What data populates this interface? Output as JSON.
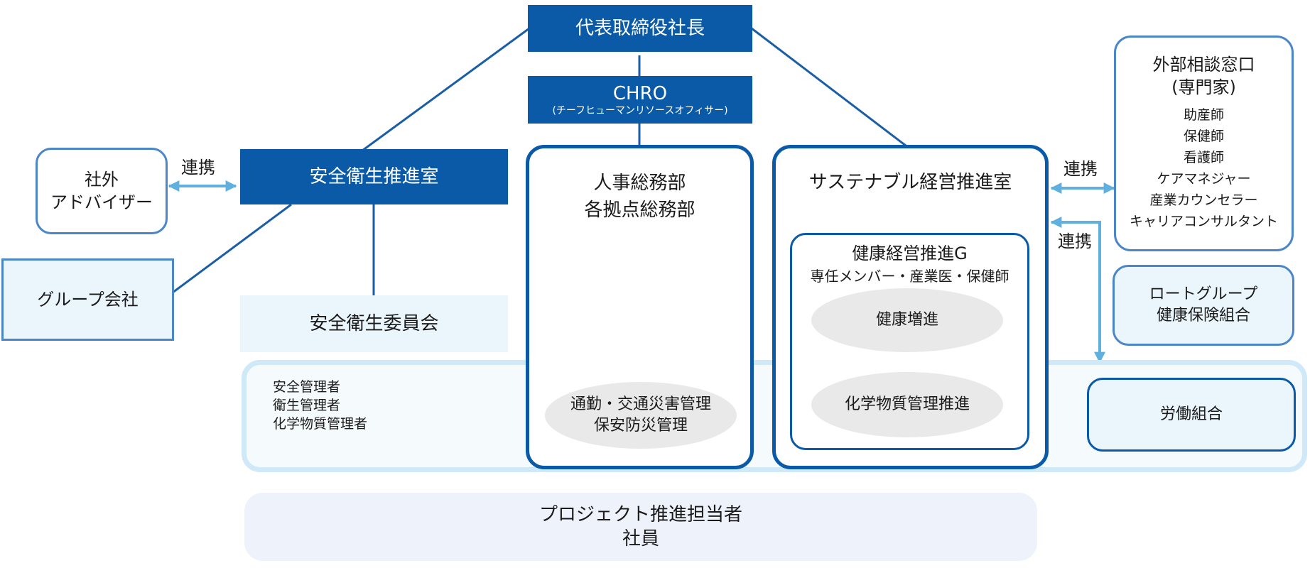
{
  "ceo": {
    "label": "代表取締役社長"
  },
  "chro": {
    "title": "CHRO",
    "subtitle": "(チーフヒューマンリソースオフィサー)"
  },
  "safety_office": {
    "label": "安全衛生推進室"
  },
  "safety_committee": {
    "label": "安全衛生委員会"
  },
  "hr_dept": {
    "line1": "人事総務部",
    "line2": "各拠点総務部"
  },
  "sustainable_office": {
    "label": "サステナブル経営推進室"
  },
  "health_group": {
    "title": "健康経営推進G",
    "members": "専任メンバー・産業医・保健師",
    "promotion": "健康増進",
    "chemical": "化学物質管理推進"
  },
  "commute": {
    "line1": "通勤・交通災害管理",
    "line2": "保安防災管理"
  },
  "managers": {
    "items": [
      "安全管理者",
      "衛生管理者",
      "化学物質管理者"
    ]
  },
  "outside_advisor": {
    "line1": "社外",
    "line2": "アドバイザー"
  },
  "group_companies": {
    "label": "グループ会社"
  },
  "consultation": {
    "title1": "外部相談窓口",
    "title2": "(専門家)",
    "items": [
      "助産師",
      "保健師",
      "看護師",
      "ケアマネジャー",
      "産業カウンセラー",
      "キャリアコンサルタント"
    ]
  },
  "insurance": {
    "line1": "ロートグループ",
    "line2": "健康保険組合"
  },
  "union": {
    "label": "労働組合"
  },
  "project": {
    "line1": "プロジェクト推進担当者",
    "line2": "社員"
  },
  "links": {
    "left": "連携",
    "right_top": "連携",
    "right_bottom": "連携"
  },
  "colors": {
    "navy": "#0a5aa8",
    "navy_line": "#1a5ea6",
    "light_blue_border": "#4a86c8",
    "arrow": "#5fb0de",
    "pale_fill": "#eaf5fc",
    "band_border": "#cfe9f8",
    "ellipse": "#e9e9e9",
    "project_fill": "#edf2fb"
  }
}
